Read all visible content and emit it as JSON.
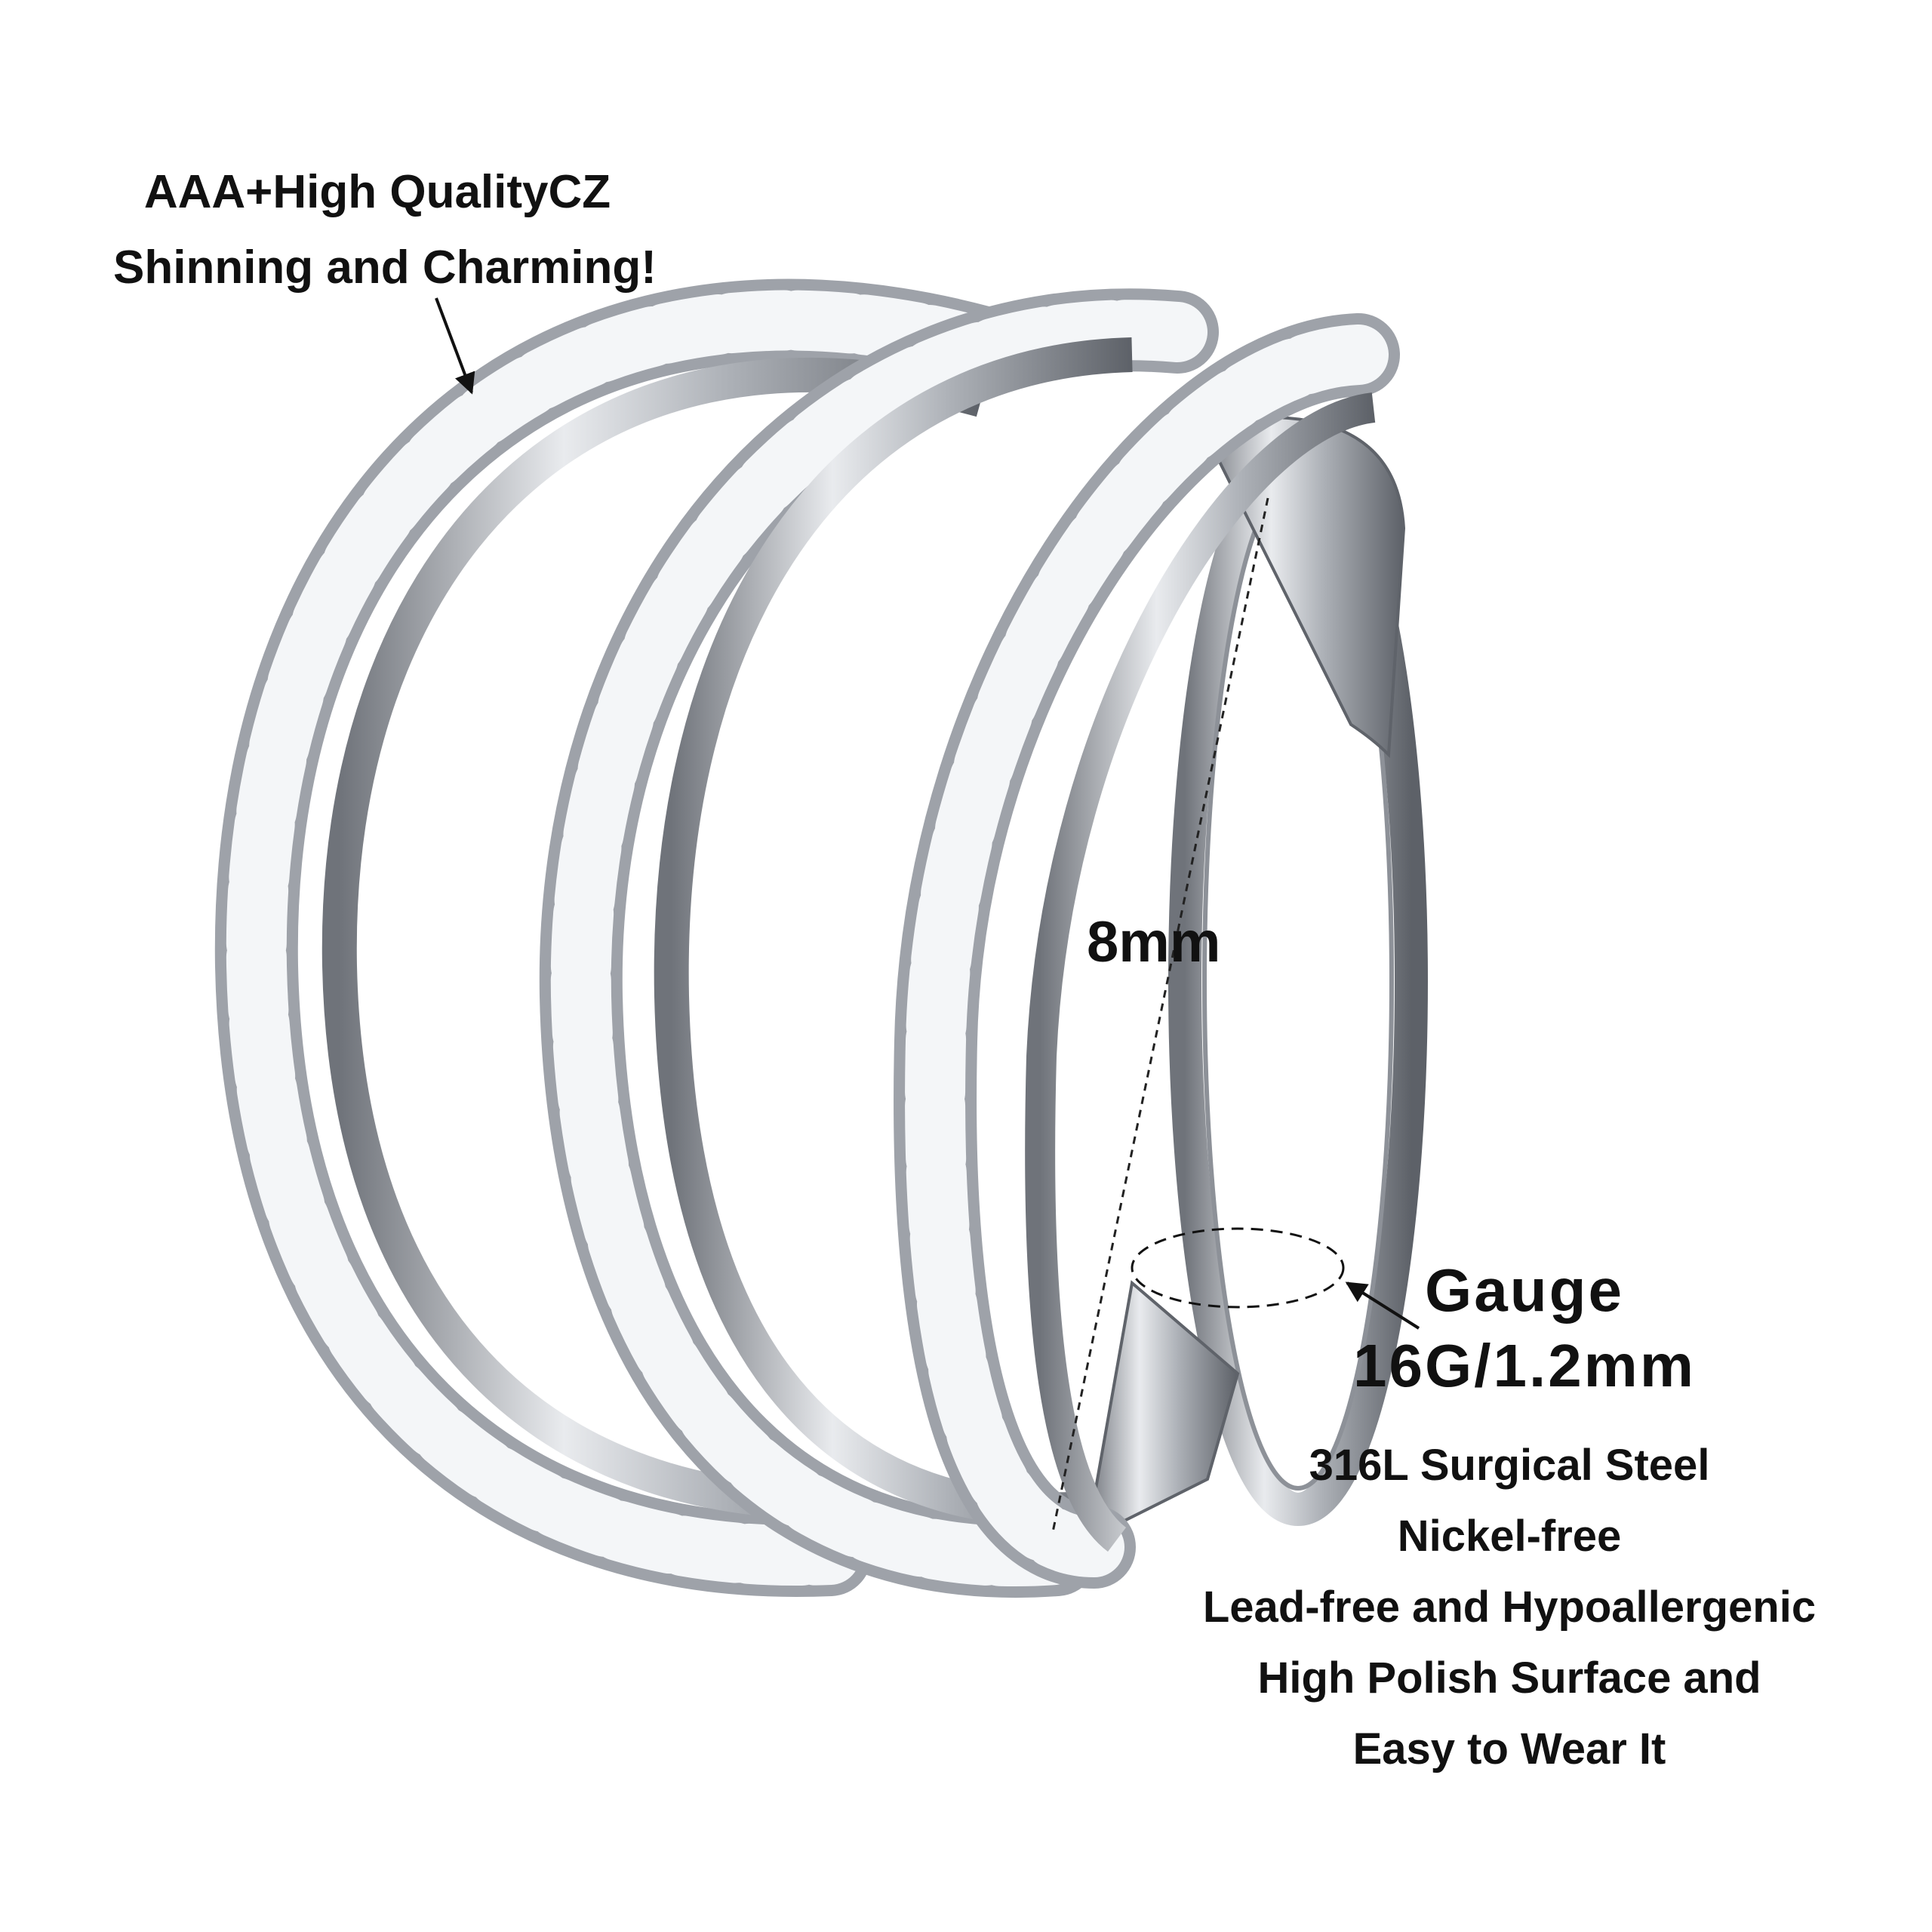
{
  "annotations": {
    "cz_quality": [
      "AAA+High QualityCZ",
      "Shinning and Charming!"
    ],
    "inner_diameter": "8mm",
    "gauge": [
      "Gauge",
      "16G/1.2mm"
    ],
    "features": [
      "316L Surgical Steel",
      "Nickel-free",
      "Lead-free and Hypoallergenic",
      "High Polish Surface and",
      "Easy to Wear It"
    ]
  },
  "colors": {
    "metal": "#c9ccd1",
    "metal_dark": "#6d7178",
    "gem": "#f4f6f8",
    "text": "#111111"
  }
}
